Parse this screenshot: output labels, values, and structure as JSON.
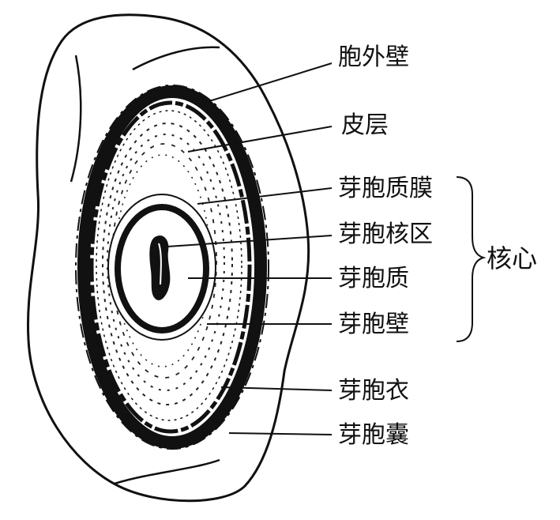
{
  "labels": {
    "exosporium": "胞外壁",
    "cortex": "皮层",
    "spore_membrane": "芽胞质膜",
    "nuclear_region": "芽胞核区",
    "spore_cytoplasm": "芽胞质",
    "spore_wall": "芽胞壁",
    "spore_coat": "芽胞衣",
    "sporangium": "芽胞囊",
    "core": "核心"
  }
}
